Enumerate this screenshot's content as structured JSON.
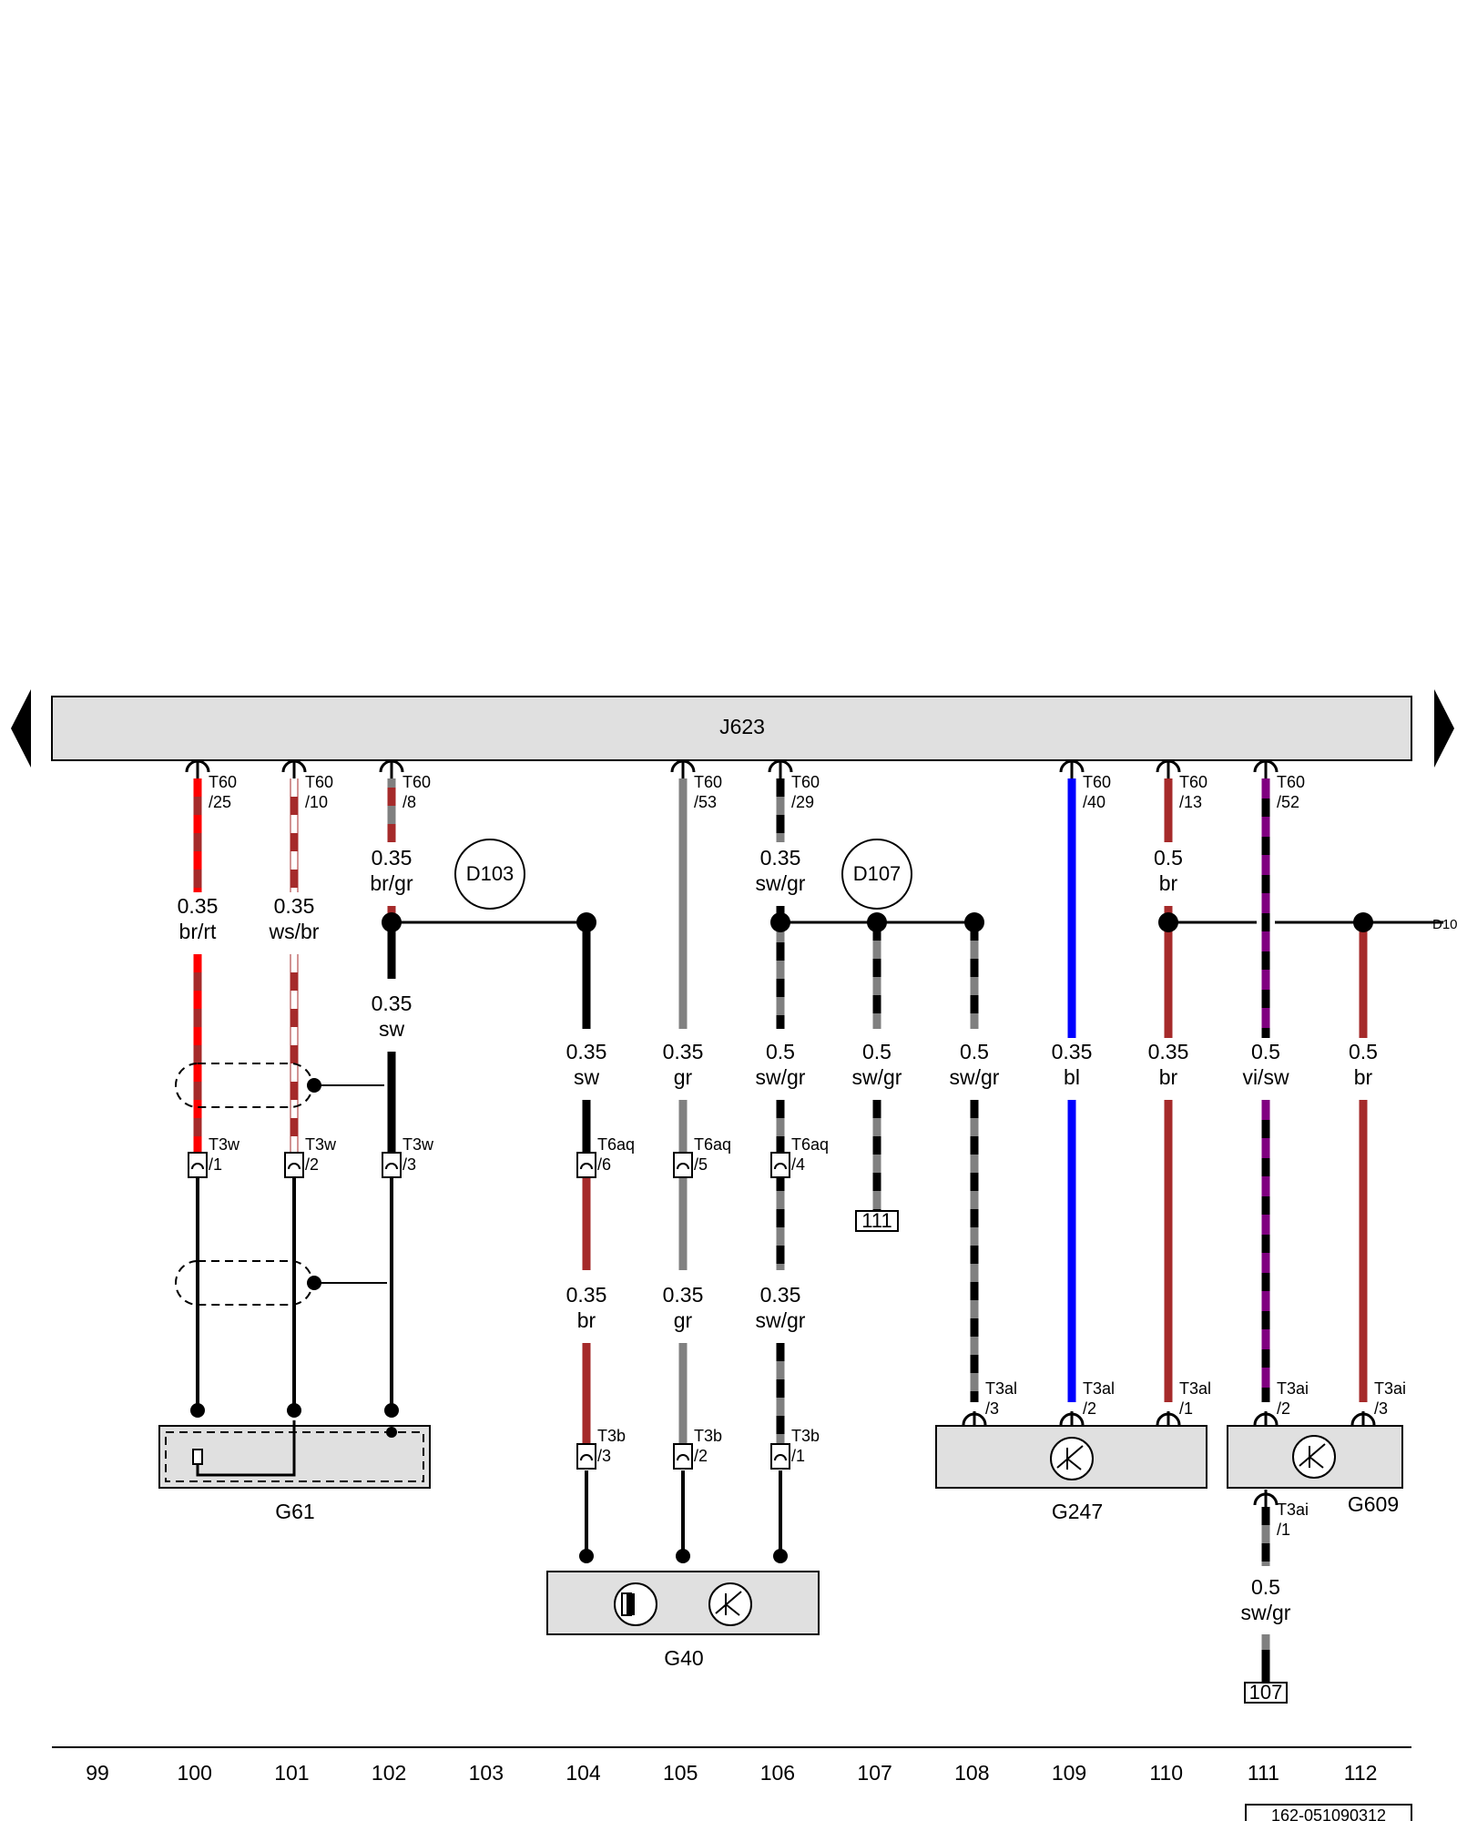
{
  "module": {
    "name": "J623"
  },
  "ruler": [
    "99",
    "100",
    "101",
    "102",
    "103",
    "104",
    "105",
    "106",
    "107",
    "108",
    "109",
    "110",
    "111",
    "112"
  ],
  "colors": {
    "br": "#a52a2a",
    "rt": "#ff0000",
    "ws": "#ffffff",
    "gr": "#808080",
    "sw": "#000000",
    "bl": "#0000ff",
    "vi": "#800080",
    "module_fill": "#e0e0e0"
  },
  "wires": [
    {
      "top_conn": "T60",
      "top_pin": "/25",
      "label_size": "0.35",
      "label_color": "br/rt",
      "bot_conn": "T3w",
      "bot_pin": "/1"
    },
    {
      "top_conn": "T60",
      "top_pin": "/10",
      "label_size": "0.35",
      "label_color": "ws/br",
      "bot_conn": "T3w",
      "bot_pin": "/2"
    },
    {
      "top_conn": "T60",
      "top_pin": "/8",
      "label_size": "0.35",
      "label_color": "br/gr",
      "mid_size": "0.35",
      "mid_color": "sw",
      "bot_conn": "T3w",
      "bot_pin": "/3"
    },
    {
      "label_size": "0.35",
      "label_color": "sw",
      "mid_conn": "T6aq",
      "mid_pin": "/6",
      "low_size": "0.35",
      "low_color": "br",
      "bot_conn": "T3b",
      "bot_pin": "/3"
    },
    {
      "top_conn": "T60",
      "top_pin": "/53",
      "label_size": "0.35",
      "label_color": "gr",
      "mid_conn": "T6aq",
      "mid_pin": "/5",
      "low_size": "0.35",
      "low_color": "gr",
      "bot_conn": "T3b",
      "bot_pin": "/2"
    },
    {
      "top_conn": "T60",
      "top_pin": "/29",
      "top_size": "0.35",
      "top_color": "sw/gr",
      "label_size": "0.5",
      "label_color": "sw/gr",
      "mid_conn": "T6aq",
      "mid_pin": "/4",
      "low_size": "0.35",
      "low_color": "sw/gr",
      "bot_conn": "T3b",
      "bot_pin": "/1"
    },
    {
      "label_size": "0.5",
      "label_color": "sw/gr",
      "ref": "111"
    },
    {
      "label_size": "0.5",
      "label_color": "sw/gr",
      "bot_conn": "T3al",
      "bot_pin": "/3"
    },
    {
      "top_conn": "T60",
      "top_pin": "/40",
      "label_size": "0.35",
      "label_color": "bl",
      "bot_conn": "T3al",
      "bot_pin": "/2"
    },
    {
      "top_conn": "T60",
      "top_pin": "/13",
      "top_size": "0.5",
      "top_color": "br",
      "label_size": "0.35",
      "label_color": "br",
      "bot_conn": "T3al",
      "bot_pin": "/1"
    },
    {
      "top_conn": "T60",
      "top_pin": "/52",
      "label_size": "0.5",
      "label_color": "vi/sw",
      "bot_conn": "T3ai",
      "bot_pin": "/2"
    },
    {
      "label_size": "0.5",
      "label_color": "br",
      "bot_conn": "T3ai",
      "bot_pin": "/3"
    },
    {
      "top_conn": "T3ai",
      "top_pin": "/1",
      "label_size": "0.5",
      "label_color": "sw/gr",
      "ref": "107"
    }
  ],
  "splices": {
    "d103": "D103",
    "d107": "D107",
    "d10x": "D10"
  },
  "components": {
    "g61": "G61",
    "g40": "G40",
    "g247": "G247",
    "g609": "G609"
  },
  "footer": {
    "doc_id": "162-051090312"
  }
}
